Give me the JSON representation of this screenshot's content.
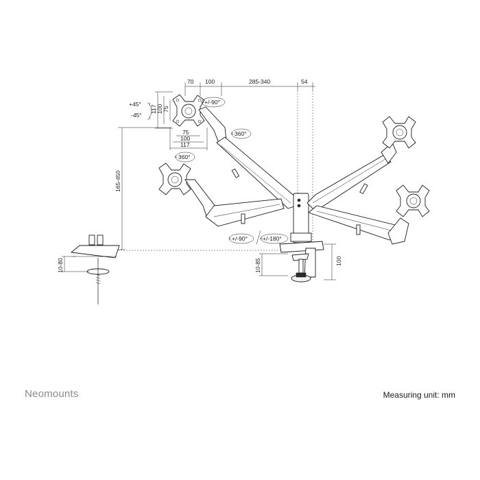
{
  "brand": {
    "name": "Neomounts"
  },
  "footer": {
    "measuring_unit": "Measuring unit: mm"
  },
  "dimensions": {
    "width_70": "70",
    "width_100": "100",
    "width_285_340": "285-340",
    "width_54": "54",
    "height_165_450": "165-450",
    "vesa_h_117": "117",
    "vesa_h_100": "100",
    "vesa_h_75": "75",
    "vesa_w_75": "75",
    "vesa_w_100": "100",
    "vesa_w_117": "117",
    "desk_10_80": "10-80",
    "desk_10_85": "10-85",
    "clamp_100": "100"
  },
  "rotations": {
    "tilt_up": "+45°",
    "tilt_down": "-45°",
    "swivel_90_top": "+/-90°",
    "rotate_360_top": "360°",
    "rotate_360_left": "360°",
    "swivel_90_bottom": "+/-90°",
    "swivel_180": "+/-180°"
  }
}
